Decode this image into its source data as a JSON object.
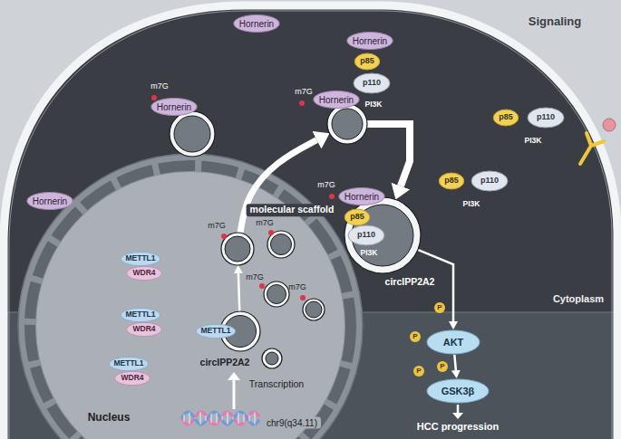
{
  "diagram": {
    "nodes": [
      {
        "text": [
          "Nucleus"
        ]
      },
      {
        "text": [
          "METTL1",
          "WDR4"
        ],
        "in": 0
      },
      {
        "text": [
          "METTL1",
          "WDR4"
        ],
        "in": 0
      },
      {
        "text": [
          "METTL1",
          "WDR4"
        ],
        "in": 0
      },
      {
        "text": [
          "METTL1",
          "circIPP2A2"
        ],
        "in": 0
      },
      {
        "text": [
          "m7G"
        ],
        "in": 0
      },
      {
        "text": [
          "m7G"
        ],
        "in": 0
      },
      {
        "text": [
          "m7G"
        ],
        "in": 0
      },
      {
        "text": [
          "m7G"
        ],
        "in": 0
      },
      {
        "text": [
          "Hornerin"
        ]
      },
      {
        "text": [
          "Hornerin"
        ]
      },
      {
        "text": [
          "m7G",
          "Hornerin"
        ]
      },
      {
        "text": [
          "Hornerin",
          "p85",
          "p110",
          "PI3K"
        ]
      },
      {
        "text": [
          "m7G",
          "Hornerin"
        ]
      },
      {
        "text": [
          "p85",
          "p110",
          "PI3K"
        ]
      },
      {
        "text": [
          "p85",
          "p110",
          "PI3K"
        ]
      },
      {
        "text": [
          "molecular scaffold",
          "m7G",
          "circIPP2A2"
        ]
      },
      {
        "text": [
          "Hornerin",
          "p85",
          "p110",
          "PI3K"
        ],
        "in": 16
      },
      {
        "text": [
          "AKT"
        ]
      },
      {
        "text": [
          "GSK3β"
        ]
      }
    ],
    "edges": [
      {
        "from": 4,
        "to": 5,
        "arrow": "to"
      },
      {
        "from": 5,
        "to": 13,
        "arrow": "to"
      },
      {
        "from": 13,
        "to": 16,
        "arrow": "to"
      },
      {
        "from": 16,
        "to": 18,
        "arrow": "to"
      },
      {
        "from": 18,
        "to": 19,
        "arrow": "to"
      }
    ],
    "labels": [
      "Signaling",
      "Cytoplasm",
      "Transcription",
      "chr9(q34.11)",
      "HCC progression",
      "P",
      "P",
      "P",
      "P"
    ]
  }
}
